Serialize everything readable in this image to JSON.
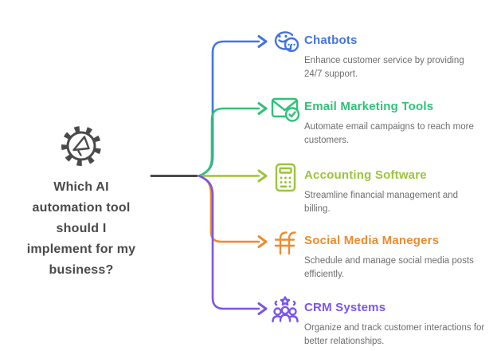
{
  "page": {
    "background": "#ffffff"
  },
  "question": {
    "text": "Which AI automation tool should I implement for my business?",
    "color": "#4a4a4a",
    "icon": "gear-megaphone-icon"
  },
  "connector": {
    "stem_color": "#4a4a4a"
  },
  "description_color": "#6e6e6e",
  "items": [
    {
      "icon": "chat-bubbles-icon",
      "title": "Chatbots",
      "description": "Enhance customer service by providing 24/7 support.",
      "color": "#4374e2"
    },
    {
      "icon": "envelope-check-icon",
      "title": "Email Marketing Tools",
      "description": "Automate email campaigns to reach more customers.",
      "color": "#2fc277"
    },
    {
      "icon": "calculator-icon",
      "title": "Accounting Software",
      "description": "Streamline financial management and billing.",
      "color": "#9cc43c"
    },
    {
      "icon": "social-media-icon",
      "title": "Social Media Manegers",
      "description": "Schedule and manage social media posts efficiently.",
      "color": "#ed8b2e"
    },
    {
      "icon": "people-group-icon",
      "title": "CRM Systems",
      "description": "Organize and track customer interactions for better relationships.",
      "color": "#7a55ec"
    }
  ]
}
